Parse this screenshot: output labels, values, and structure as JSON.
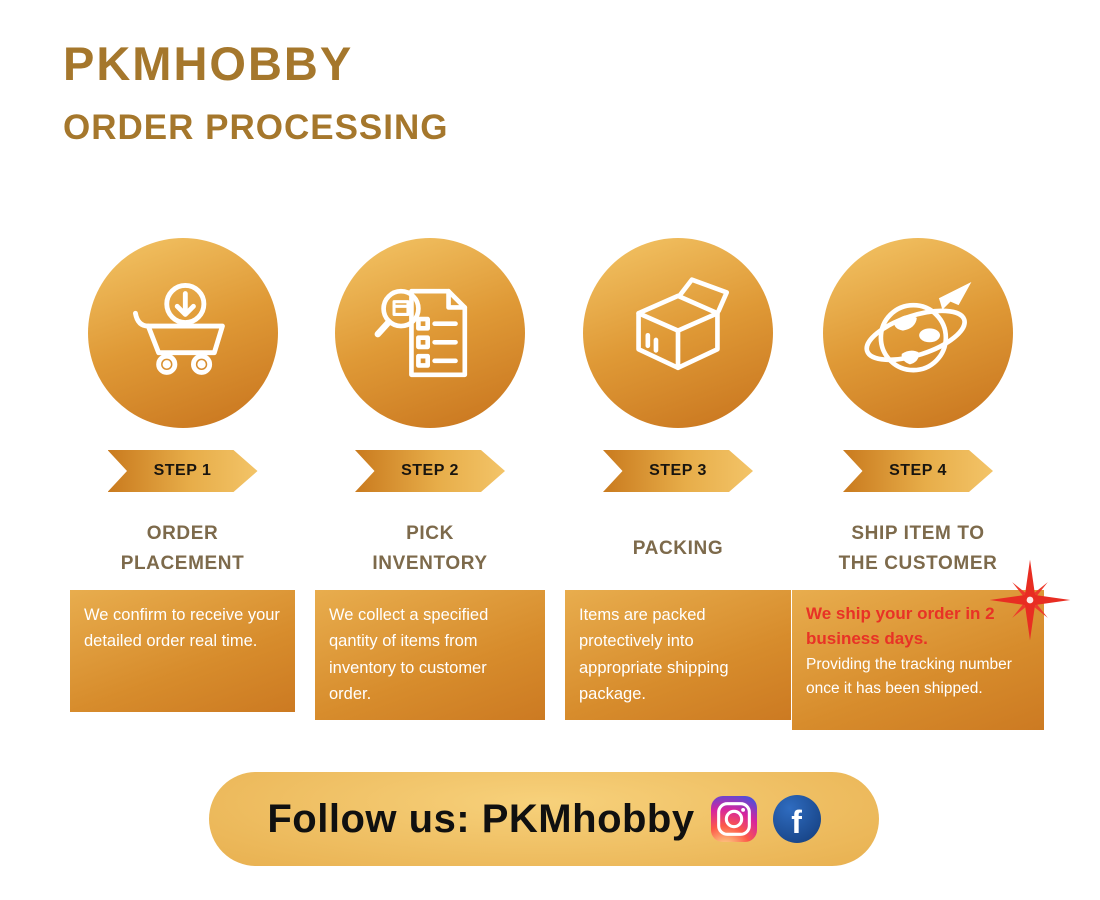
{
  "header": {
    "brand": "PKMHOBBY",
    "title": "ORDER PROCESSING"
  },
  "steps": [
    {
      "badge": "STEP 1",
      "title": "ORDER\nPLACEMENT",
      "description": "We confirm to receive your detailed order real time.",
      "icon": "cart-download-icon"
    },
    {
      "badge": "STEP 2",
      "title": "PICK\nINVENTORY",
      "description": "We collect a specified qantity of items from inventory to customer order.",
      "icon": "checklist-search-icon"
    },
    {
      "badge": "STEP 3",
      "title": "PACKING",
      "description": "Items are packed protectively into appropriate shipping package.",
      "icon": "package-box-icon"
    },
    {
      "badge": "STEP 4",
      "title": "SHIP ITEM TO\nTHE CUSTOMER",
      "description_highlight": "We ship your order in 2 business days.",
      "description": "Providing the tracking number once it has been shipped.",
      "icon": "globe-plane-icon"
    }
  ],
  "footer": {
    "text": "Follow us: PKMhobby",
    "facebook_glyph": "f",
    "social": [
      "instagram-icon",
      "facebook-icon"
    ]
  },
  "colors": {
    "gold_dark": "#c9761f",
    "gold_light": "#f2c263",
    "brand_text": "#a5772c",
    "step_title_text": "#7d6a4b",
    "highlight_red": "#e83226",
    "facebook_blue": "#1b4a8f"
  }
}
